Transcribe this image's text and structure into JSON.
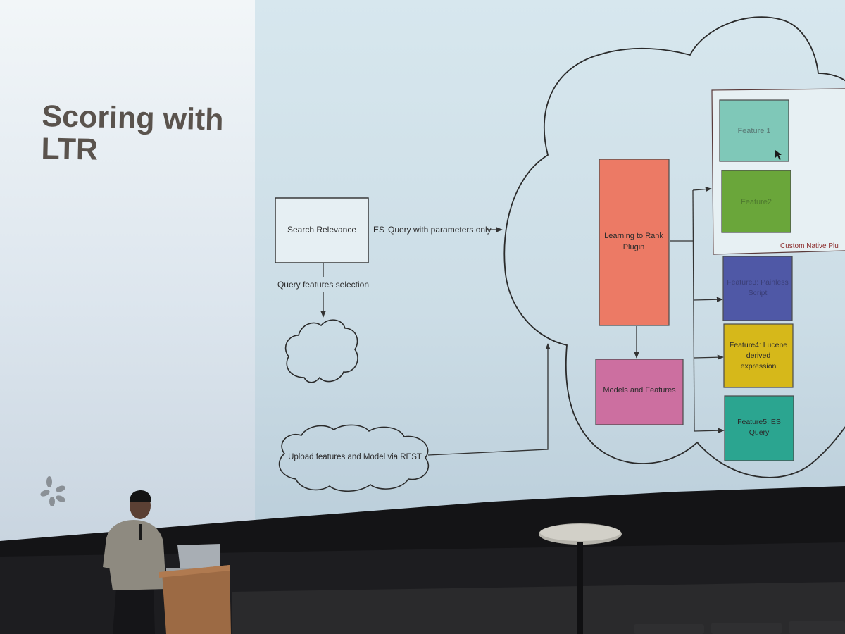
{
  "slide": {
    "title_line1": "Scoring with",
    "title_line2": "LTR"
  },
  "diagram": {
    "search_relevance": "Search Relevance",
    "es_label": "ES",
    "query_params": "Query with parameters only",
    "query_features_selection": "Query features selection",
    "upload_features": "Upload features and Model via REST",
    "ltr_plugin_line1": "Learning to Rank",
    "ltr_plugin_line2": "Plugin",
    "models_and_features": "Models and Features",
    "feature1": "Feature 1",
    "feature2": "Feature2",
    "custom_native_plugin": "Custom Native Plu",
    "feature3_line1": "Feature3: Painless",
    "feature3_line2": "Script",
    "feature4_line1": "Feature4: Lucene",
    "feature4_line2": "derived",
    "feature4_line3": "expression",
    "feature5_line1": "Feature5: ES",
    "feature5_line2": "Query"
  },
  "colors": {
    "ltr_plugin": "#ec7a65",
    "models_and_features": "#cc6fa0",
    "feature1": "#7fc8b8",
    "feature2": "#6aa63a",
    "feature3": "#4f58a6",
    "feature4": "#d6b81a",
    "feature5": "#2ba590"
  },
  "icons": {
    "logo": "yelp-burst-icon"
  }
}
